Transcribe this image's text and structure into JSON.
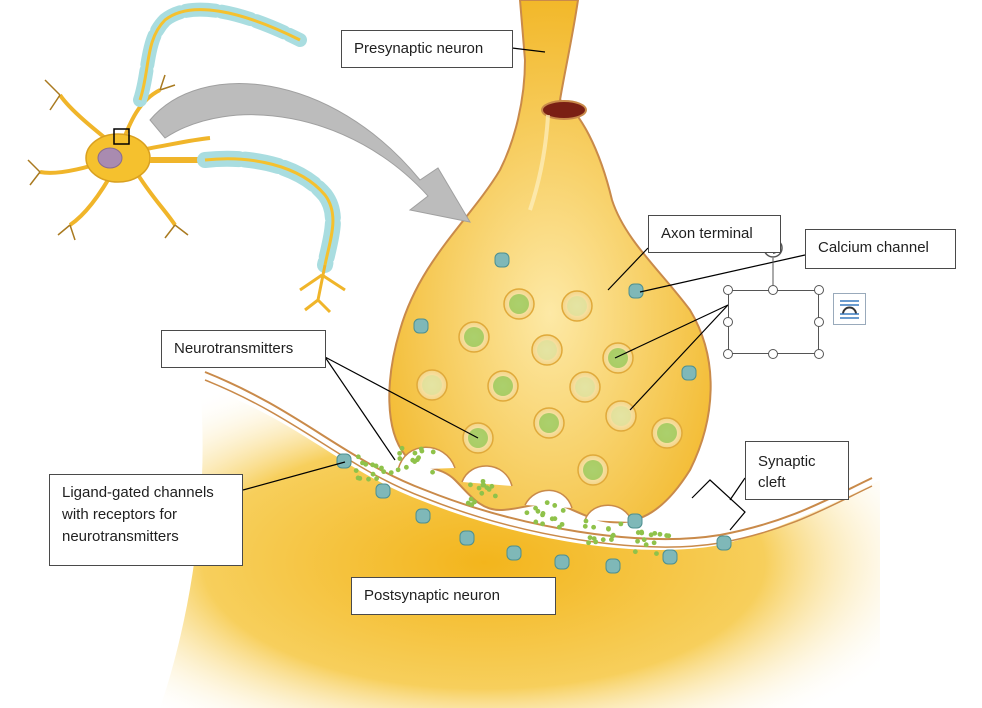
{
  "labels": {
    "presynaptic": "Presynaptic neuron",
    "axon_terminal": "Axon terminal",
    "calcium_channel": "Calcium channel",
    "neurotransmitters": "Neurotransmitters",
    "ligand_line1": "Ligand-gated channels",
    "ligand_line2": "with receptors for",
    "ligand_line3": "neurotransmitters",
    "synaptic_line1": "Synaptic",
    "synaptic_line2": "cleft",
    "postsynaptic": "Postsynaptic neuron"
  },
  "colors": {
    "neuron_fill": "#f5c12e",
    "neuron_light": "#fbe39a",
    "membrane": "#c98a4a",
    "vesicle": "#8fc24a",
    "channel": "#7fb8b8",
    "myelin": "#a9dde0",
    "arrow": "#b8b8b8"
  },
  "icons": [
    "rotate-handle-icon",
    "layout-options-icon"
  ]
}
